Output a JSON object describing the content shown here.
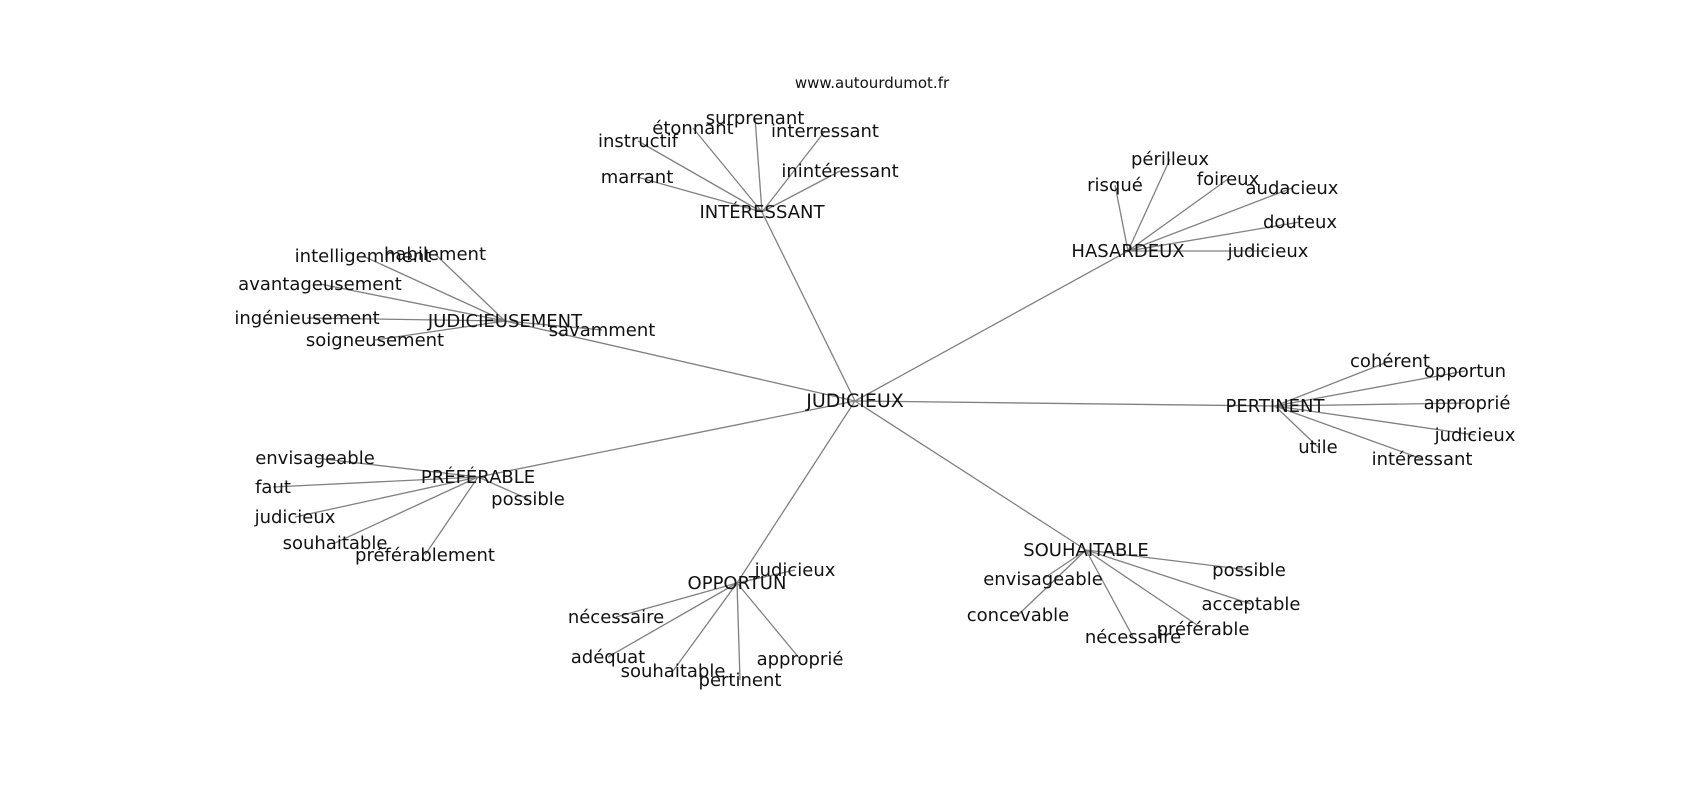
{
  "watermark": "www.autourdumot.fr",
  "root": "JUDICIEUX",
  "groups": [
    {
      "label": "INTÉRESSANT",
      "words": [
        "surprenant",
        "étonnant",
        "instructif",
        "interressant",
        "marrant",
        "inintéressant"
      ]
    },
    {
      "label": "HASARDEUX",
      "words": [
        "périlleux",
        "risqué",
        "foireux",
        "audacieux",
        "douteux",
        "judicieux"
      ]
    },
    {
      "label": "JUDICIEUSEMENT",
      "words": [
        "habilement",
        "intelligemment",
        "avantageusement",
        "ingénieusement",
        "soigneusement",
        "savamment"
      ]
    },
    {
      "label": "PERTINENT",
      "words": [
        "cohérent",
        "opportun",
        "approprié",
        "judicieux",
        "utile",
        "intéressant"
      ]
    },
    {
      "label": "PRÉFÉRABLE",
      "words": [
        "envisageable",
        "faut",
        "possible",
        "judicieux",
        "souhaitable",
        "préférablement"
      ]
    },
    {
      "label": "SOUHAITABLE",
      "words": [
        "possible",
        "envisageable",
        "acceptable",
        "concevable",
        "préférable",
        "nécessaire"
      ]
    },
    {
      "label": "OPPORTUN",
      "words": [
        "judicieux",
        "nécessaire",
        "adéquat",
        "approprié",
        "souhaitable",
        "pertinent"
      ]
    }
  ]
}
